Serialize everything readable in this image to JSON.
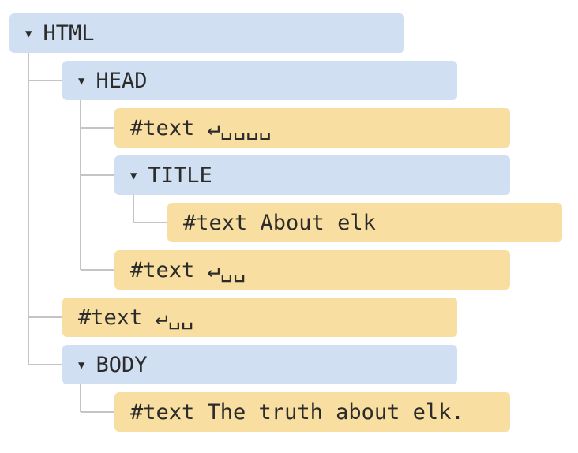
{
  "toggle_glyph": "▼",
  "nodes": {
    "html": "HTML",
    "head": "HEAD",
    "head_text": "#text ↵␣␣␣␣",
    "title": "TITLE",
    "title_text": "#text About elk",
    "head_text_after_title": "#text ↵␣␣",
    "html_text": "#text ↵␣␣",
    "body": "BODY",
    "body_text": "#text The truth about elk."
  },
  "colors": {
    "element_node": "#d1dff2",
    "text_node": "#f8dea0",
    "connector": "#c4c4c4"
  }
}
